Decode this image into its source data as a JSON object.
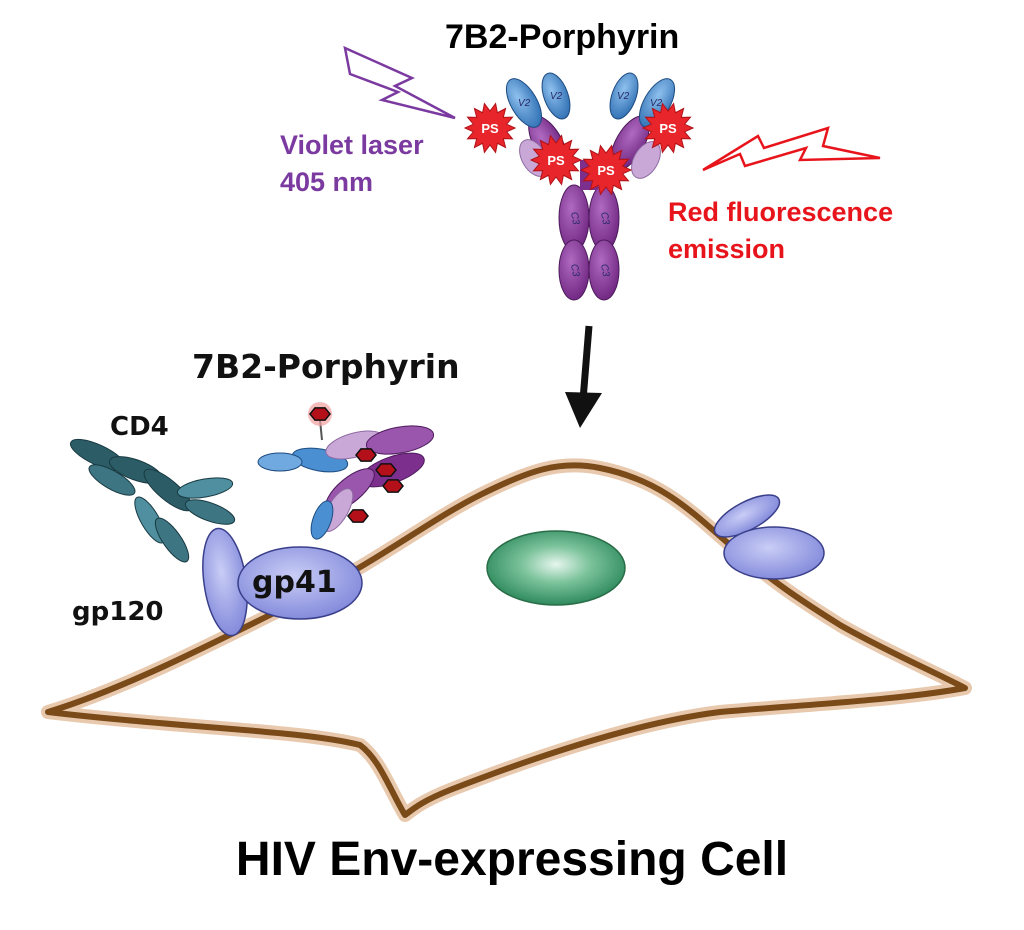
{
  "labels": {
    "top_title": "7B2-Porphyrin",
    "laser_line1": "Violet laser",
    "laser_line2": "405 nm",
    "emission_line1": "Red fluorescence",
    "emission_line2": "emission",
    "mid_title": "7B2-Porphyrin",
    "cd4": "CD4",
    "gp41": "gp41",
    "gp120": "gp120",
    "cell_title": "HIV Env-expressing Cell"
  },
  "photosensitizer_label": "PS",
  "colors": {
    "laser": "#7b3aa0",
    "emission": "#e8141b",
    "antibody_heavy": "#7d2f8e",
    "antibody_light": "#c9a8d8",
    "variable_domain": "#4a8fd1",
    "ps_marker": "#e8252b",
    "cell_membrane": "#7a4a18",
    "nucleus": "#3f9e6b",
    "env_protein": "#8f95e0",
    "cd4": "#2c5c66"
  }
}
